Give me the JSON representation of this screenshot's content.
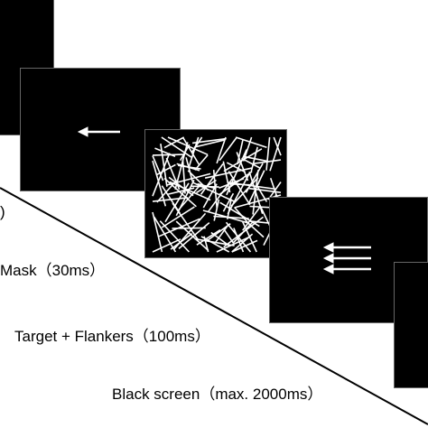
{
  "labels": {
    "partial_paren": ")",
    "mask": "Mask（30ms）",
    "target": "Target + Flankers（100ms）",
    "black": "Black screen（max. 2000ms）"
  },
  "colors": {
    "background": "#ffffff",
    "frame_fill": "#000000",
    "frame_border": "#666666",
    "stimulus": "#ffffff",
    "timeline": "#000000"
  },
  "frames": [
    {
      "content": "blank"
    },
    {
      "content": "single-arrow-left"
    },
    {
      "content": "mask-lines"
    },
    {
      "content": "three-arrows-left"
    },
    {
      "content": "blank"
    }
  ]
}
